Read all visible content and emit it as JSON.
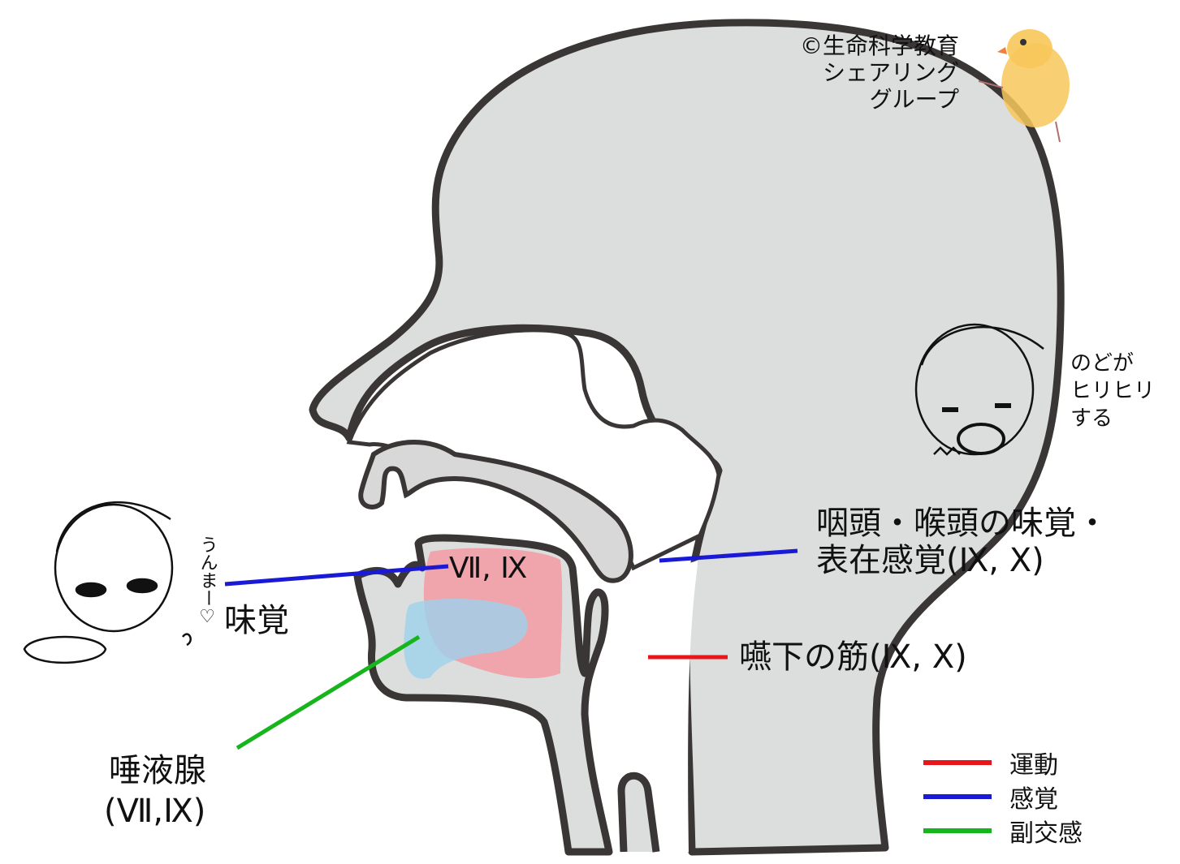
{
  "credit": {
    "line1": "©生命科学教育",
    "line2": "シェアリング",
    "line3": "グループ"
  },
  "labels": {
    "taste": "味覚",
    "tongue_nerves": "Ⅶ, Ⅸ",
    "pharynx_line1": "咽頭・喉頭の味覚・",
    "pharynx_line2": "表在感覚(Ⅸ, Ⅹ)",
    "swallow": "嚥下の筋(Ⅸ, Ⅹ)",
    "salivary_line1": "唾液腺",
    "salivary_line2": "(Ⅶ,Ⅸ)"
  },
  "legend": {
    "items": [
      {
        "label": "運動",
        "color": "#e8161b"
      },
      {
        "label": "感覚",
        "color": "#1a1ad6"
      },
      {
        "label": "副交感",
        "color": "#17b51c"
      }
    ]
  },
  "illustrations": {
    "happy_boy_caption": "うんまー♡",
    "sore_throat_caption_line1": "のどが",
    "sore_throat_caption_line2": "ヒリヒリ",
    "sore_throat_caption_line3": "する"
  },
  "colors": {
    "head_fill": "#dcdedd",
    "outline": "#3a3636",
    "tongue_taste_area": "#f0a0a8",
    "salivary_area": "#9dd2ec",
    "motor_line": "#e8161b",
    "sensory_line": "#1a1ad6",
    "parasympathetic_line": "#17b51c"
  }
}
